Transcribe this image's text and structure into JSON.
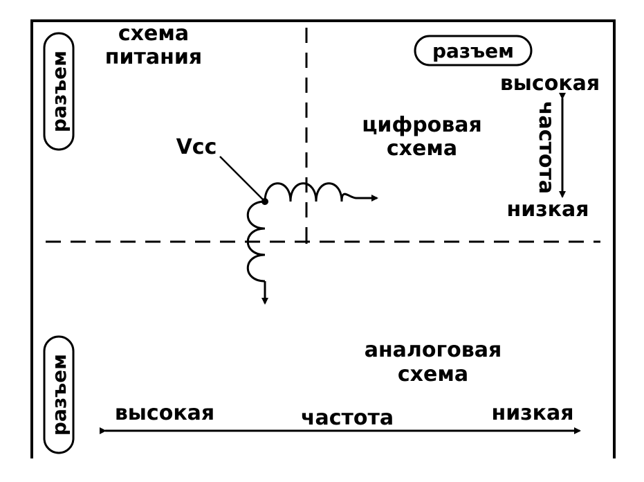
{
  "labels": {
    "power_line1": "схема",
    "power_line2": "питания",
    "digital_line1": "цифровая",
    "digital_line2": "схема",
    "analog_line1": "аналоговая",
    "analog_line2": "схема",
    "vcc": "Vcc"
  },
  "connectors": {
    "top_left": "разъем",
    "top_right": "разъем",
    "bottom_left": "разъем"
  },
  "vertical_frequency_scale": {
    "high": "высокая",
    "low": "низкая",
    "label": "частота"
  },
  "horizontal_frequency_scale": {
    "high": "высокая",
    "low": "низкая",
    "label": "частота"
  },
  "colors": {
    "ink": "#000000",
    "paper": "#ffffff"
  }
}
